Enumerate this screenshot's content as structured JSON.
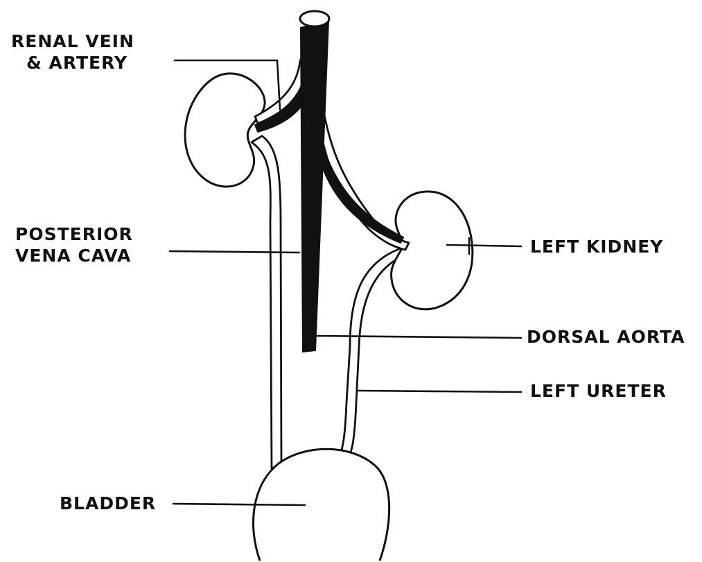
{
  "diagram": {
    "labels": {
      "renal_vein_artery": [
        "RENAL VEIN",
        "& ARTERY"
      ],
      "posterior_vena_cava": [
        "POSTERIOR",
        "VENA CAVA"
      ],
      "left_kidney": "LEFT KIDNEY",
      "dorsal_aorta": "DORSAL AORTA",
      "left_ureter": "LEFT URETER",
      "bladder": "BLADDER"
    },
    "colors": {
      "ink": "#111111",
      "background": "#ffffff"
    }
  }
}
